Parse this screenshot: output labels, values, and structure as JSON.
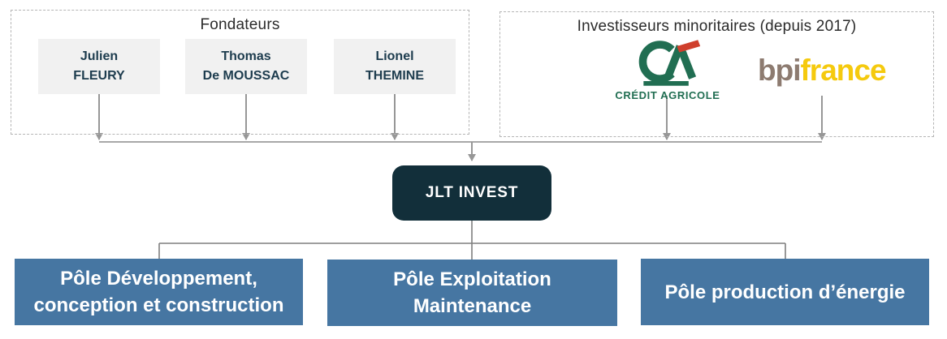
{
  "colors": {
    "accent_dark": "#122f3a",
    "pole_blue": "#4676a2",
    "name_text": "#1d3c4e",
    "box_gray": "#f1f1f1",
    "connector_gray": "#979797",
    "tree_gray": "#7f7f7f",
    "ca_green": "#216e52",
    "ca_red": "#cf3f2c",
    "bpi_taupe": "#8d7b70",
    "bpi_yellow": "#f5ca0e"
  },
  "founders_panel": {
    "title": "Fondateurs",
    "members": [
      {
        "first": "Julien",
        "last": "FLEURY"
      },
      {
        "first": "Thomas",
        "last": "De MOUSSAC"
      },
      {
        "first": "Lionel",
        "last": "THEMINE"
      }
    ]
  },
  "investors_panel": {
    "title": "Investisseurs minoritaires (depuis 2017)",
    "logos": {
      "credit_agricole": {
        "wordmark": "CRÉDIT AGRICOLE"
      },
      "bpifrance": {
        "part_bpi": "bpi",
        "part_france": "france"
      }
    }
  },
  "holding": {
    "label": "JLT INVEST"
  },
  "poles": [
    {
      "line1": "Pôle Développement,",
      "line2": "conception et construction"
    },
    {
      "line1": "Pôle Exploitation",
      "line2": "Maintenance"
    },
    {
      "line1": "Pôle production d’énergie"
    }
  ]
}
